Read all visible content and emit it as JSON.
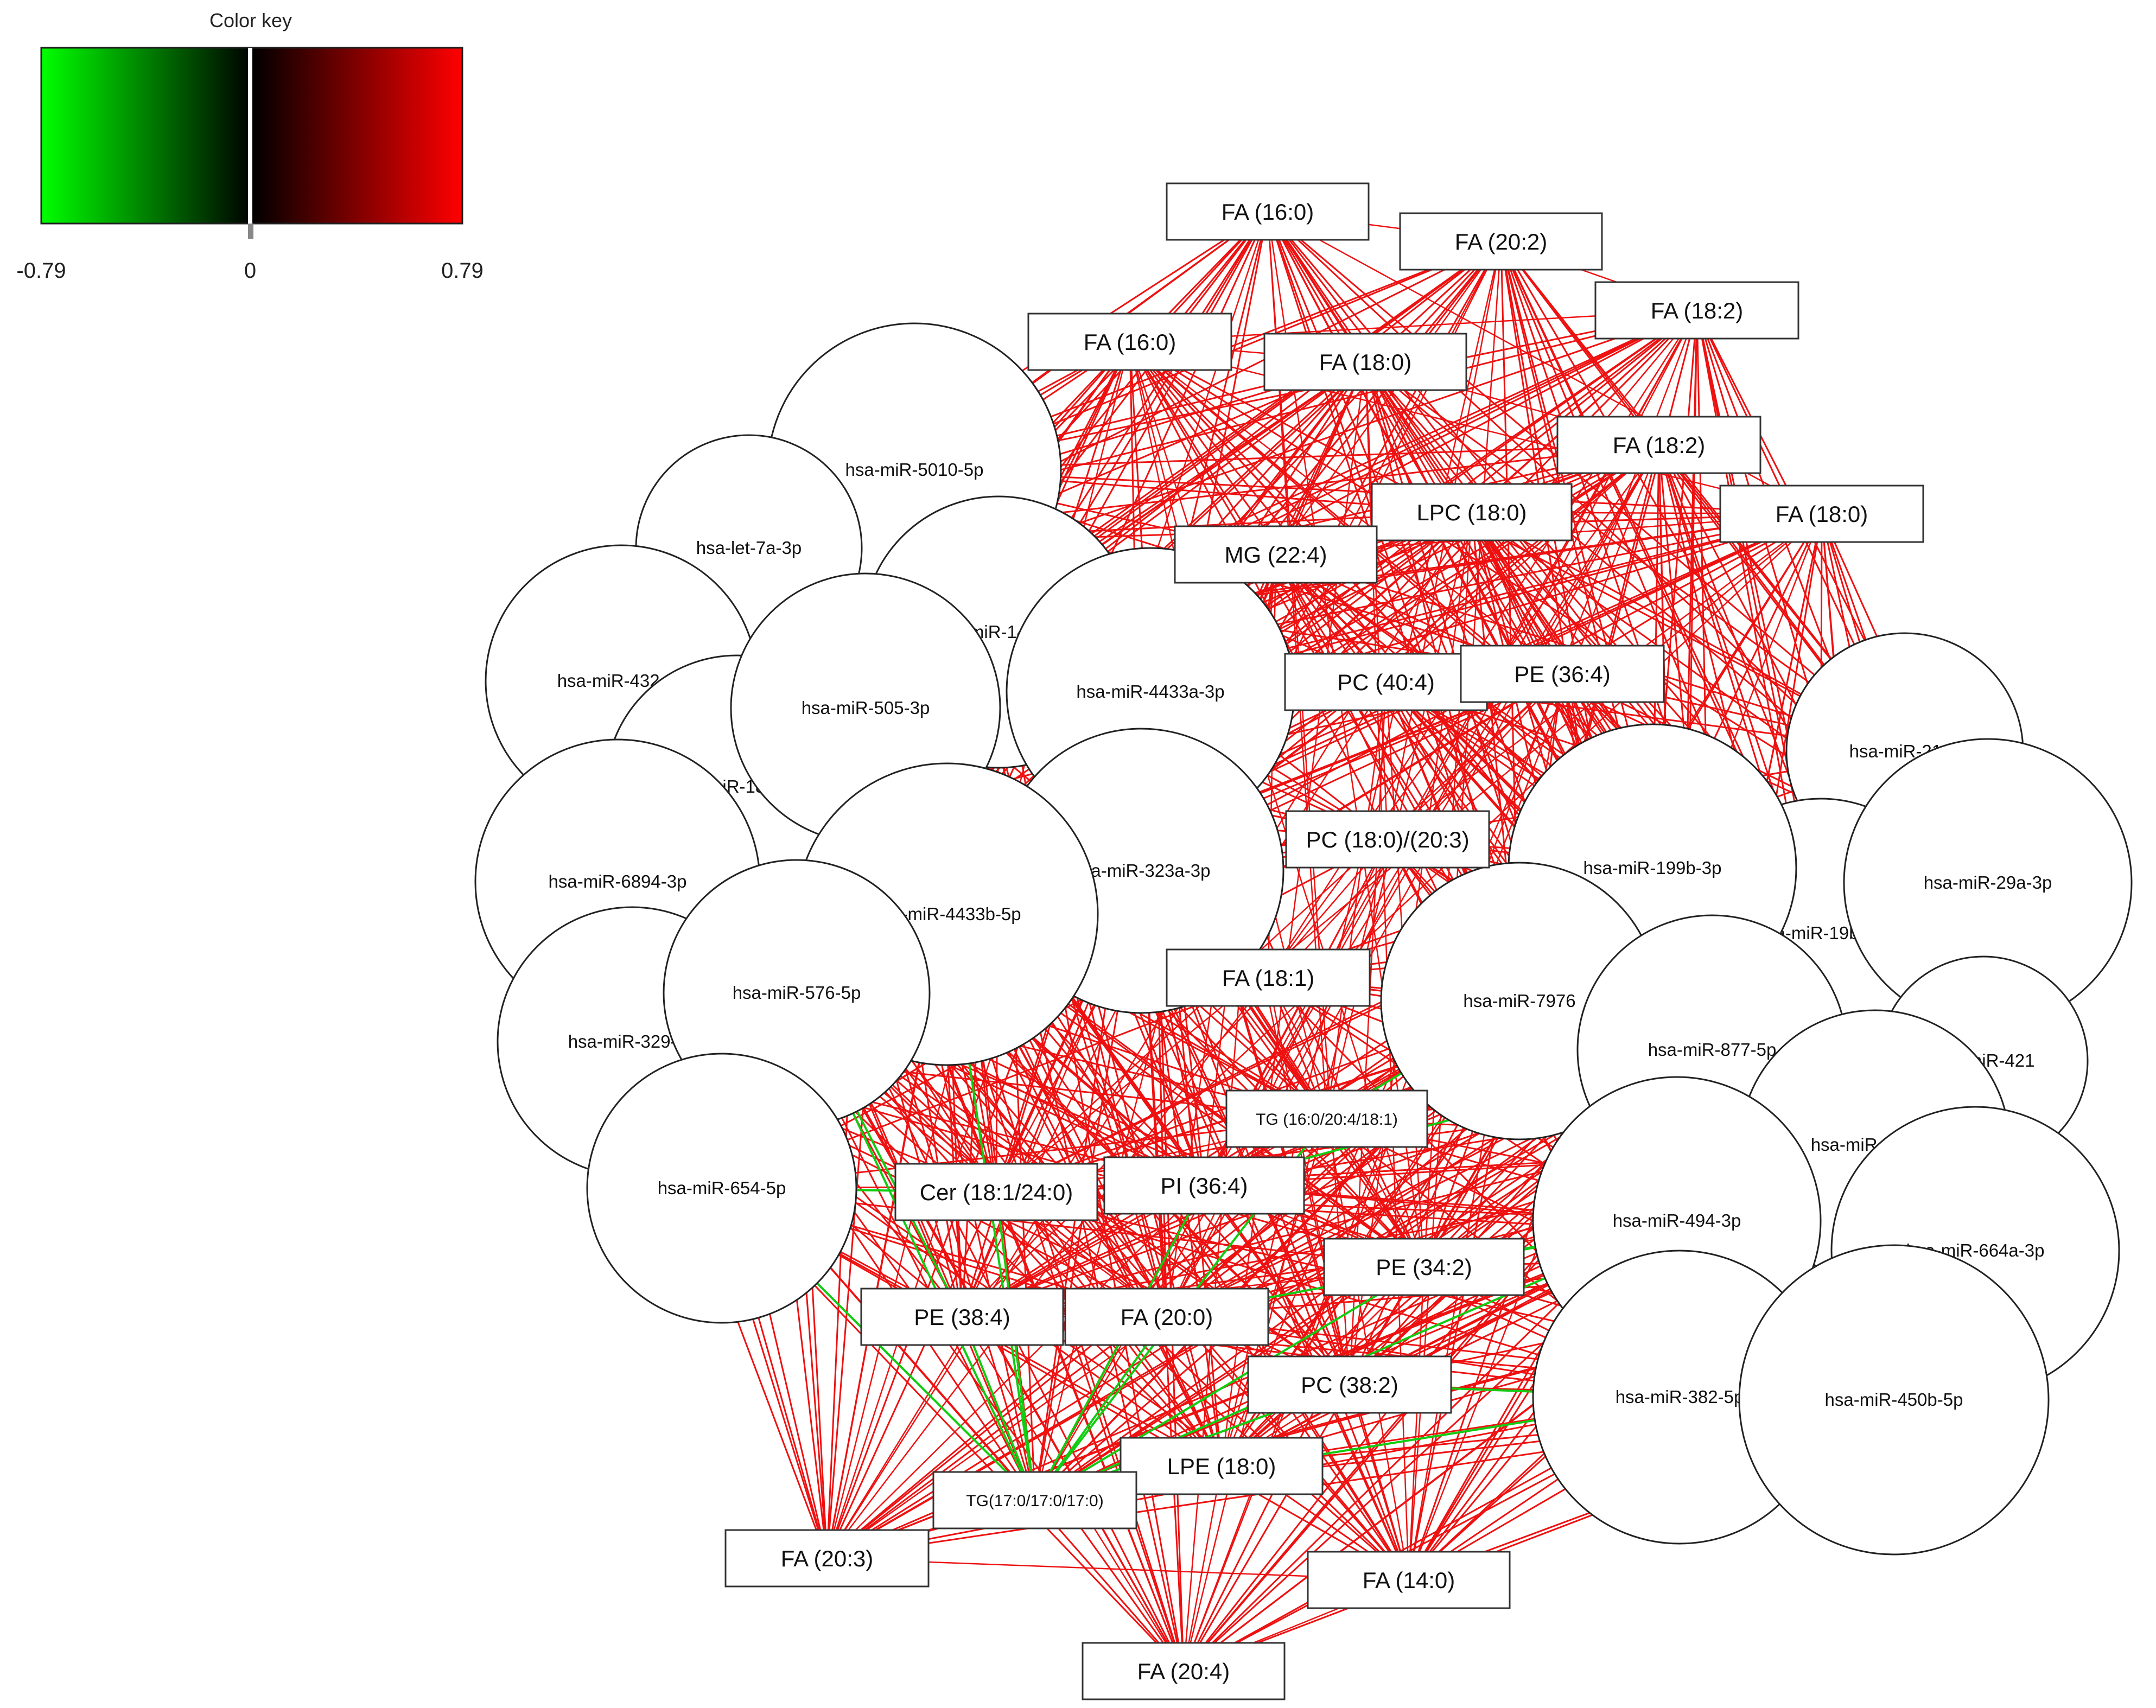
{
  "color_key": {
    "title": "Color key",
    "min_label": "-0.79",
    "mid_label": "0",
    "max_label": "0.79",
    "colors": {
      "negative": "#00ff00",
      "zero": "#000000",
      "positive": "#ff0000"
    }
  },
  "colors": {
    "positive_edge": "#ee1111",
    "negative_edge": "#11cc11",
    "node_stroke": "#222222"
  },
  "mirnas": [
    {
      "id": "m5010",
      "label": "hsa-miR-5010-5p"
    },
    {
      "id": "mlet7a",
      "label": "hsa-let-7a-3p"
    },
    {
      "id": "m432",
      "label": "hsa-miR-432-5p"
    },
    {
      "id": "m185",
      "label": "hsa-miR-185-5p"
    },
    {
      "id": "m143",
      "label": "hsa-miR-143-3p"
    },
    {
      "id": "m505",
      "label": "hsa-miR-505-3p"
    },
    {
      "id": "m4433a",
      "label": "hsa-miR-4433a-3p"
    },
    {
      "id": "m323a",
      "label": "hsa-miR-323a-3p"
    },
    {
      "id": "m4433b",
      "label": "hsa-miR-4433b-5p"
    },
    {
      "id": "m6894",
      "label": "hsa-miR-6894-3p"
    },
    {
      "id": "m329",
      "label": "hsa-miR-329-3p"
    },
    {
      "id": "m576",
      "label": "hsa-miR-576-5p"
    },
    {
      "id": "m654",
      "label": "hsa-miR-654-5p"
    },
    {
      "id": "m2110",
      "label": "hsa-miR-2110"
    },
    {
      "id": "m19b",
      "label": "hsa-miR-19b-3p"
    },
    {
      "id": "m29a",
      "label": "hsa-miR-29a-3p"
    },
    {
      "id": "m199b",
      "label": "hsa-miR-199b-3p"
    },
    {
      "id": "m7976",
      "label": "hsa-miR-7976"
    },
    {
      "id": "m421",
      "label": "hsa-miR-421"
    },
    {
      "id": "m877",
      "label": "hsa-miR-877-5p"
    },
    {
      "id": "m29b",
      "label": "hsa-miR-29b-3p"
    },
    {
      "id": "m664a",
      "label": "hsa-miR-664a-3p"
    },
    {
      "id": "m494",
      "label": "hsa-miR-494-3p"
    },
    {
      "id": "m382",
      "label": "hsa-miR-382-5p"
    },
    {
      "id": "m450b",
      "label": "hsa-miR-450b-5p"
    }
  ],
  "lipids": [
    {
      "id": "fa160a",
      "label": "FA (16:0)"
    },
    {
      "id": "fa202",
      "label": "FA (20:2)"
    },
    {
      "id": "fa182a",
      "label": "FA (18:2)"
    },
    {
      "id": "fa160b",
      "label": "FA (16:0)"
    },
    {
      "id": "fa180a",
      "label": "FA (18:0)"
    },
    {
      "id": "fa182b",
      "label": "FA (18:2)"
    },
    {
      "id": "lpc180",
      "label": "LPC (18:0)"
    },
    {
      "id": "fa180b",
      "label": "FA (18:0)"
    },
    {
      "id": "mg224",
      "label": "MG (22:4)"
    },
    {
      "id": "pc404",
      "label": "PC (40:4)"
    },
    {
      "id": "pe364",
      "label": "PE (36:4)"
    },
    {
      "id": "pc180203",
      "label": "PC (18:0)/(20:3)"
    },
    {
      "id": "fa181",
      "label": "FA (18:1)"
    },
    {
      "id": "tg160",
      "label": "TG (16:0/20:4/18:1)",
      "small": true
    },
    {
      "id": "cer",
      "label": "Cer (18:1/24:0)"
    },
    {
      "id": "pi364",
      "label": "PI (36:4)"
    },
    {
      "id": "pe342",
      "label": "PE (34:2)"
    },
    {
      "id": "pe384",
      "label": "PE (38:4)"
    },
    {
      "id": "fa200",
      "label": "FA (20:0)"
    },
    {
      "id": "pc382",
      "label": "PC (38:2)"
    },
    {
      "id": "lpe180",
      "label": "LPE (18:0)"
    },
    {
      "id": "tg170",
      "label": "TG(17:0/17:0/17:0)",
      "small": true
    },
    {
      "id": "fa203",
      "label": "FA (20:3)"
    },
    {
      "id": "fa140",
      "label": "FA (14:0)"
    },
    {
      "id": "fa204",
      "label": "FA (20:4)"
    }
  ],
  "negative_links": [
    [
      "tg170",
      "cer"
    ],
    [
      "tg170",
      "pe384"
    ],
    [
      "tg170",
      "fa200"
    ],
    [
      "tg170",
      "pi364"
    ],
    [
      "tg170",
      "pe342"
    ],
    [
      "tg170",
      "pc382"
    ],
    [
      "tg170",
      "m654"
    ],
    [
      "tg170",
      "m576"
    ],
    [
      "tg170",
      "m4433b"
    ],
    [
      "tg170",
      "m494"
    ],
    [
      "tg170",
      "m382"
    ],
    [
      "tg170",
      "tg160"
    ],
    [
      "tg160",
      "m877"
    ],
    [
      "tg160",
      "m7976"
    ],
    [
      "pe342",
      "m494"
    ],
    [
      "pc382",
      "m382"
    ],
    [
      "cer",
      "m654"
    ],
    [
      "fa200",
      "m494"
    ],
    [
      "pe384",
      "m576"
    ],
    [
      "pi364",
      "m877"
    ]
  ]
}
